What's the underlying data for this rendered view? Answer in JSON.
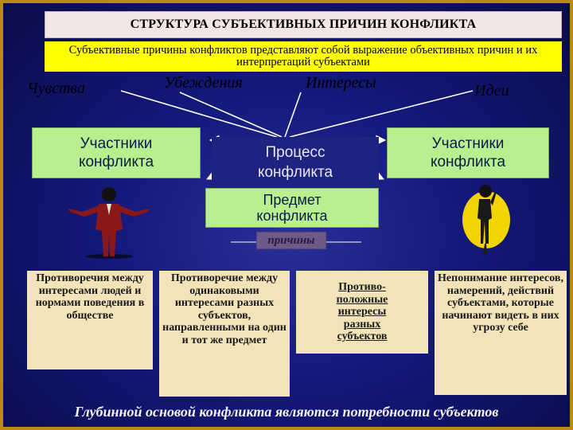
{
  "title": "СТРУКТУРА СУБЪЕКТИВНЫХ ПРИЧИН КОНФЛИКТА",
  "subtitle": "Субъективные причины конфликтов представляют собой выражение объективных причин и их интерпретаций субъектами",
  "top_words": [
    "Чувства",
    "Убеждения",
    "Интересы",
    "Идеи"
  ],
  "participants_left": "Участники конфликта",
  "participants_right": "Участники конфликта",
  "process": "Процесс конфликта",
  "subject": "Предмет конфликта",
  "causes_label": "причины",
  "causes": [
    "Противоречия между интересами людей и нормами поведения в обществе",
    "Противоречие между одинаковыми интересами разных субъектов, направленными на один и тот же предмет",
    "Противо-положные интересы разных субъектов",
    "Непонимание интересов, намерений, действий субъектами, которые начинают видеть в них угрозу себе"
  ],
  "footer": "Глубинной основой конфликта являются потребности субъектов",
  "colors": {
    "background": "#14187a",
    "frame": "#b98a14",
    "title_bg": "#f5e6e6",
    "subtitle_bg": "#ffff00",
    "participant_bg": "#b8f090",
    "cause_bg": "#f3e3b8"
  },
  "icons": [
    "man-figure-icon",
    "woman-figure-icon"
  ]
}
